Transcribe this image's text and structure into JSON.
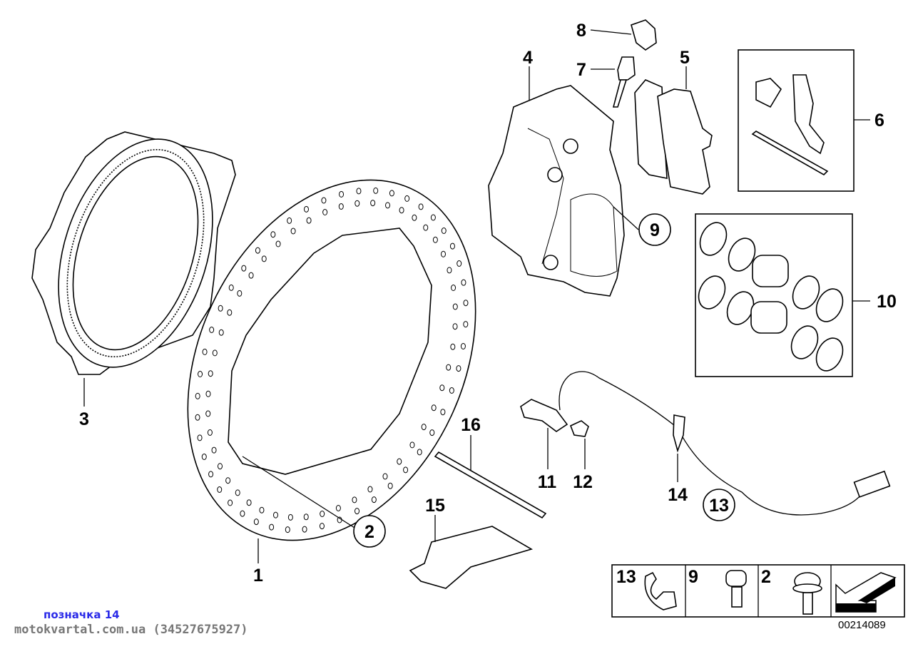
{
  "callouts": {
    "c1": "1",
    "c2": "2",
    "c3": "3",
    "c4": "4",
    "c5": "5",
    "c6": "6",
    "c7": "7",
    "c8": "8",
    "c9": "9",
    "c10": "10",
    "c11": "11",
    "c12": "12",
    "c13": "13",
    "c14": "14",
    "c15": "15",
    "c16": "16"
  },
  "legend": {
    "cells": [
      {
        "label": "13",
        "icon": "clip-icon"
      },
      {
        "label": "9",
        "icon": "hex-socket-bolt-icon"
      },
      {
        "label": "2",
        "icon": "torx-washer-bolt-icon"
      },
      {
        "label": "",
        "icon": "arrow-icon"
      }
    ]
  },
  "diagram_code": "00214089",
  "footer": {
    "note": "позначка 14",
    "site": "motokvartal.com.ua (34527675927)"
  }
}
